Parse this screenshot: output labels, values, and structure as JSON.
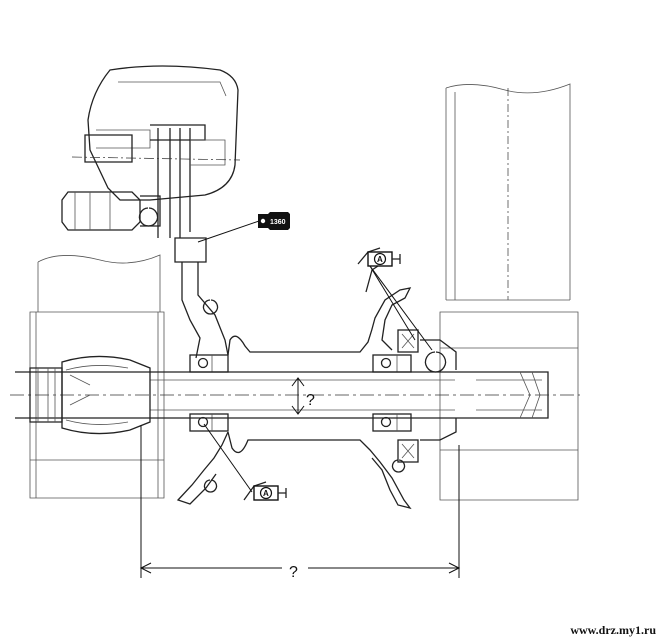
{
  "dimensions": {
    "axle_diameter_label": "?",
    "width_label": "?"
  },
  "labels": {
    "thread_lock_code": "1360",
    "grease_left": "A",
    "grease_right": "A"
  },
  "watermark": "www.drz.my1.ru",
  "colors": {
    "line": "#222222",
    "background": "#ffffff"
  }
}
